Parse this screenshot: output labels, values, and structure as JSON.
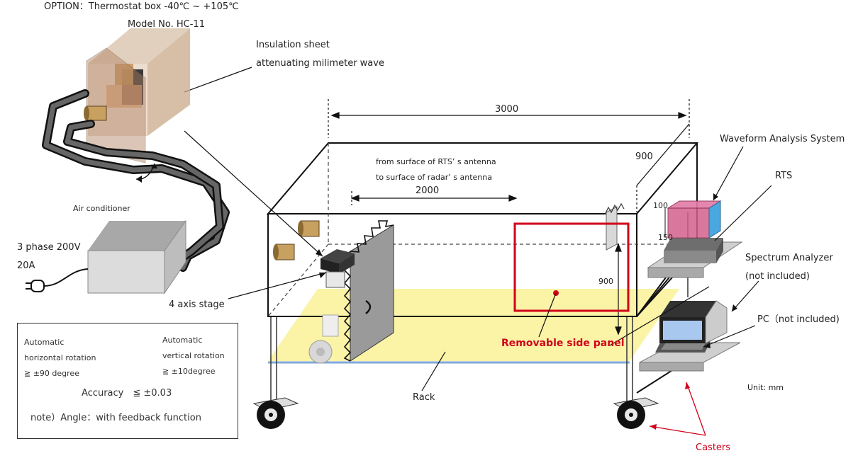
{
  "header": {
    "option_line": "OPTION：Thermostat box -40℃ ~ +105℃",
    "model_line": "Model No. HC-11"
  },
  "labels": {
    "insulation_line1": "Insulation sheet",
    "insulation_line2": "attenuating milimeter wave",
    "air_conditioner": "Air conditioner",
    "power_line1": "3 phase 200V",
    "power_line2": "20A",
    "four_axis_stage": "4 axis stage",
    "waveform_analysis": "Waveform Analysis System",
    "rts": "RTS",
    "spectrum_line1": "Spectrum Analyzer",
    "spectrum_line2": "(not included)",
    "pc": "PC（not included)",
    "unit": "Unit: mm",
    "rack": "Rack",
    "removable_panel": "Removable side panel",
    "casters": "Casters",
    "antenna_line1": "from surface of RTS’ s antenna",
    "antenna_line2": "to surface of radar’ s antenna"
  },
  "dimensions": {
    "length": "3000",
    "depth": "900",
    "height": "900",
    "distance": "2000",
    "rts_h1": "100",
    "rts_h2": "150"
  },
  "info_box": {
    "horiz_line1": "Automatic",
    "horiz_line2": "horizontal rotation",
    "horiz_line3": "≧ ±90 degree",
    "vert_line1": "Automatic",
    "vert_line2": "vertical rotation",
    "vert_line3": "≧ ±10degree",
    "accuracy": "Accuracy　≦ ±0.03",
    "note": "note）Angle：with feedback function"
  },
  "colors": {
    "rack_floor": "#fbf3a6",
    "highlight_red": "#d0021b",
    "rts_pink": "#d4608c",
    "rts_blue": "#4aa8e0",
    "screen_blue": "#a8c8f0",
    "absorber_gray": "#9a9a9a"
  }
}
